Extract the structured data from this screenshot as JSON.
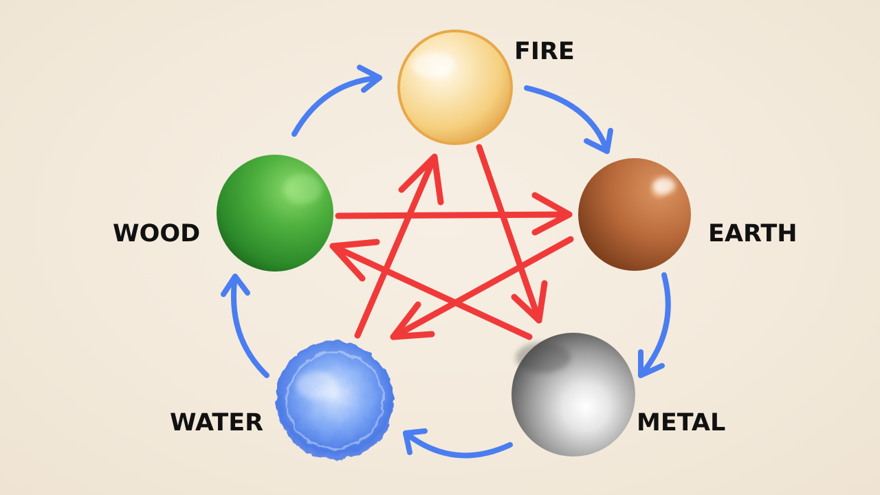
{
  "elements": [
    {
      "id": "fire",
      "label": "FIRE",
      "color": "#f6c36a"
    },
    {
      "id": "earth",
      "label": "EARTH",
      "color": "#b8693a"
    },
    {
      "id": "metal",
      "label": "METAL",
      "color": "#9e9e9e"
    },
    {
      "id": "water",
      "label": "WATER",
      "color": "#5b8ff0"
    },
    {
      "id": "wood",
      "label": "WOOD",
      "color": "#3fa23a"
    }
  ],
  "cycles": {
    "generating": {
      "color": "#4a7ef0",
      "order": [
        "wood",
        "fire",
        "earth",
        "metal",
        "water",
        "wood"
      ]
    },
    "controlling": {
      "color": "#f03a3a",
      "pairs": [
        [
          "fire",
          "metal"
        ],
        [
          "metal",
          "wood"
        ],
        [
          "wood",
          "earth"
        ],
        [
          "earth",
          "water"
        ],
        [
          "water",
          "fire"
        ]
      ]
    }
  }
}
